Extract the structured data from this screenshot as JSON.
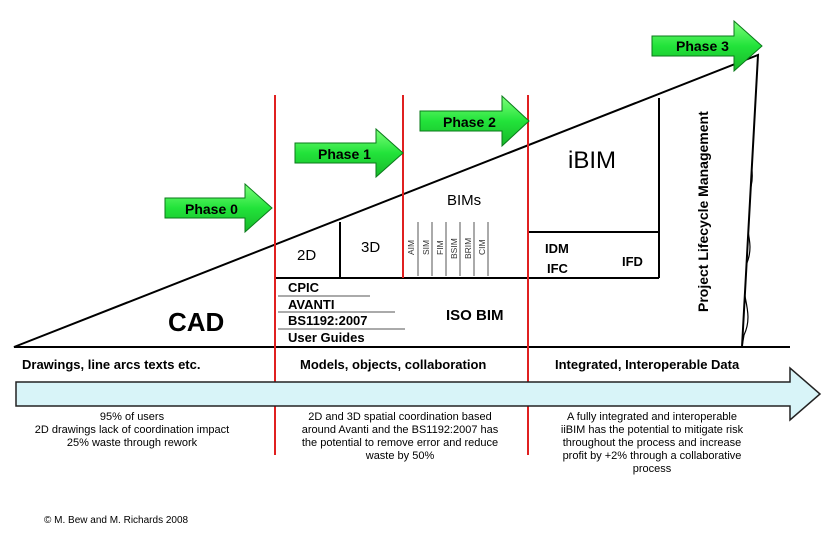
{
  "phases": {
    "p0": "Phase 0",
    "p1": "Phase 1",
    "p2": "Phase 2",
    "p3": "Phase 3"
  },
  "labels": {
    "cad": "CAD",
    "d2": "2D",
    "d3": "3D",
    "bims": "BIMs",
    "ibim": "iBIM",
    "idm": "IDM",
    "ifc": "IFC",
    "ifd": "IFD",
    "iso_bim": "ISO BIM",
    "plm": "Project Lifecycle Management"
  },
  "bim_types": [
    "AIM",
    "SIM",
    "FIM",
    "BSIM",
    "BRIM",
    "CIM"
  ],
  "standards": [
    "CPIC",
    "AVANTI",
    "BS1192:2007",
    "User Guides"
  ],
  "band": {
    "left": "Drawings, line arcs texts etc.",
    "mid": "Models, objects, collaboration",
    "right": "Integrated, Interoperable Data"
  },
  "notes": {
    "left": [
      "95% of users",
      "2D drawings lack of coordination impact",
      "25% waste through rework"
    ],
    "mid": [
      "2D and 3D spatial coordination based",
      "around Avanti and the BS1192:2007 has",
      "the potential to remove error and reduce",
      "waste by 50%"
    ],
    "right": [
      "A fully integrated and interoperable",
      "iiBIM has the potential to mitigate risk",
      "throughout the process and increase",
      "profit by +2% through a collaborative",
      "process"
    ]
  },
  "copyright": "© M. Bew and M. Richards 2008",
  "colors": {
    "phase_arrow": "#22e33a",
    "timeline_arrow": "#d8f4f8",
    "divider": "#e02020",
    "ink": "#000000"
  }
}
